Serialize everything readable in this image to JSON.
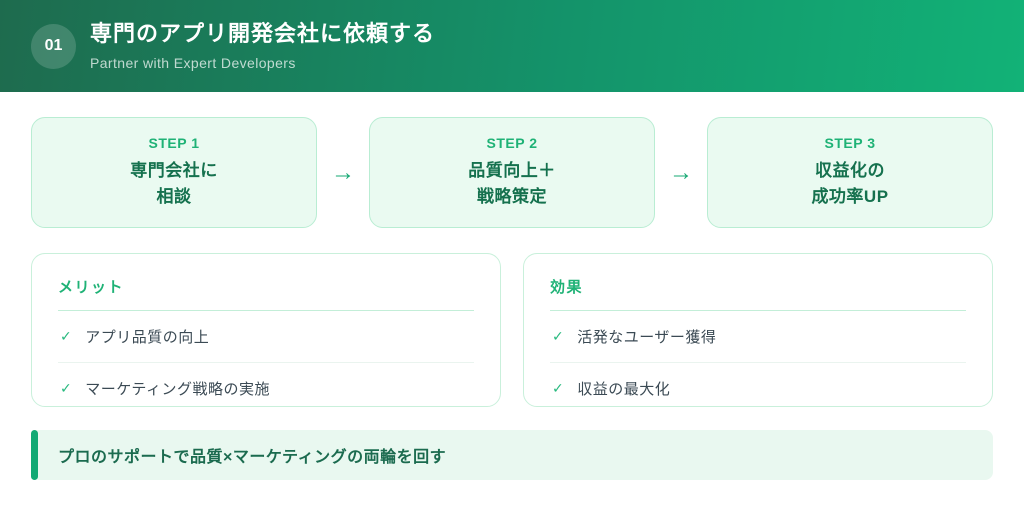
{
  "header": {
    "number": "01",
    "title": "専門のアプリ開発会社に依頼する",
    "subtitle": "Partner with Expert Developers"
  },
  "arrow_glyph": "→",
  "check_glyph": "✓",
  "steps": [
    {
      "label": "STEP 1",
      "line1": "専門会社に",
      "line2": "相談"
    },
    {
      "label": "STEP 2",
      "line1": "品質向上＋",
      "line2": "戦略策定"
    },
    {
      "label": "STEP 3",
      "line1": "収益化の",
      "line2": "成功率UP"
    }
  ],
  "cards": [
    {
      "title": "メリット",
      "items": [
        "アプリ品質の向上",
        "マーケティング戦略の実施"
      ]
    },
    {
      "title": "効果",
      "items": [
        "活発なユーザー獲得",
        "収益の最大化"
      ]
    }
  ],
  "footer": {
    "text": "プロのサポートで品質×マーケティングの両輪を回す"
  },
  "colors": {
    "header_gradient_start": "#1e6b4e",
    "header_gradient_end": "#12b277",
    "accent_green": "#1fb276",
    "step_card_bg": "#eafaf1",
    "step_card_border": "#b9edd3",
    "step_text": "#15714e",
    "item_text": "#3b4a54",
    "footer_bg": "#e9f8f0",
    "footer_accent": "#12a974",
    "footer_text": "#1b6b4f"
  }
}
